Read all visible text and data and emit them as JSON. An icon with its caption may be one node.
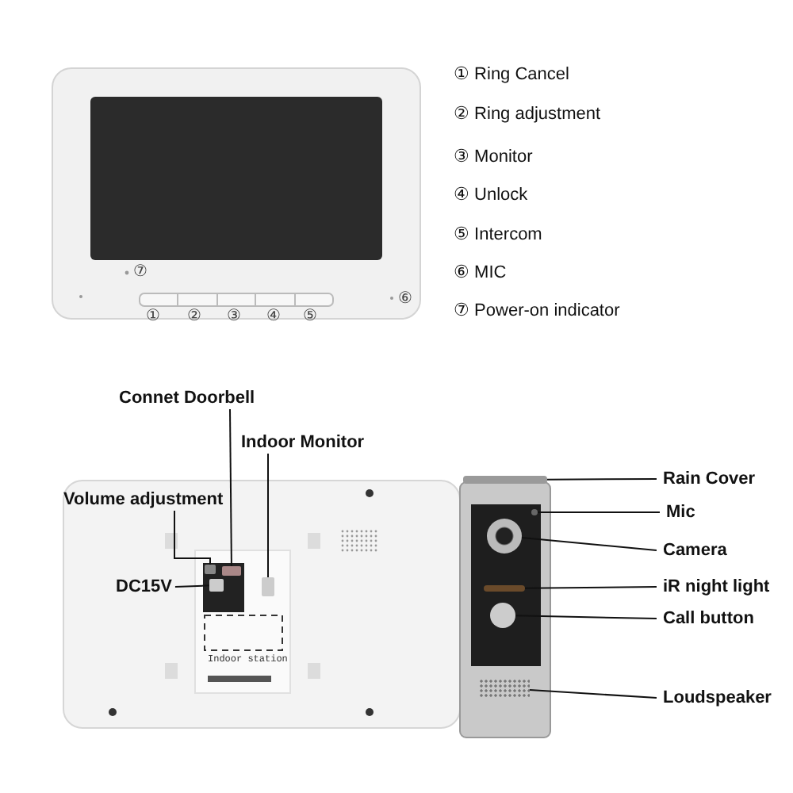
{
  "diagram": {
    "nodes": [
      {
        "text": [
          "Connet Doorbell"
        ]
      },
      {
        "text": [
          "Indoor Monitor"
        ]
      },
      {
        "text": [
          "Volume adjustment"
        ]
      },
      {
        "text": [
          "DC15V"
        ]
      },
      {
        "text": [
          "Rain Cover"
        ]
      },
      {
        "text": [
          "Mic"
        ]
      },
      {
        "text": [
          "Camera"
        ]
      },
      {
        "text": [
          "iR night light"
        ]
      },
      {
        "text": [
          "Call button"
        ]
      },
      {
        "text": [
          "Loudspeaker"
        ]
      },
      {
        "text": [],
        "shape": "box"
      },
      {
        "text": [],
        "shape": "box"
      },
      {
        "text": [],
        "shape": "box"
      },
      {
        "text": [],
        "shape": "box"
      },
      {
        "text": [],
        "shape": "bar"
      },
      {
        "text": [],
        "shape": "circle"
      },
      {
        "text": [],
        "shape": "circle"
      },
      {
        "text": [],
        "shape": "bar"
      },
      {
        "text": [],
        "shape": "circle"
      },
      {
        "text": [],
        "shape": "box"
      }
    ],
    "edges": [
      {
        "from": 0,
        "to": 10,
        "arrow": "none"
      },
      {
        "from": 1,
        "to": 11,
        "arrow": "none"
      },
      {
        "from": 2,
        "to": 12,
        "arrow": "none"
      },
      {
        "from": 3,
        "to": 13,
        "arrow": "none"
      },
      {
        "from": 4,
        "to": 14,
        "arrow": "none"
      },
      {
        "from": 5,
        "to": 15,
        "arrow": "none"
      },
      {
        "from": 6,
        "to": 16,
        "arrow": "none"
      },
      {
        "from": 7,
        "to": 17,
        "arrow": "none"
      },
      {
        "from": 8,
        "to": 18,
        "arrow": "none"
      },
      {
        "from": 9,
        "to": 19,
        "arrow": "none"
      }
    ],
    "labels": [
      "① Ring Cancel",
      "② Ring adjustment",
      "③ Monitor",
      "④ Unlock",
      "⑤ Intercom",
      "⑥ MIC",
      "⑦ Power-on indicator",
      "⑦",
      "①",
      "②",
      "③",
      "④",
      "⑤",
      "⑥",
      "Indoor station"
    ]
  }
}
